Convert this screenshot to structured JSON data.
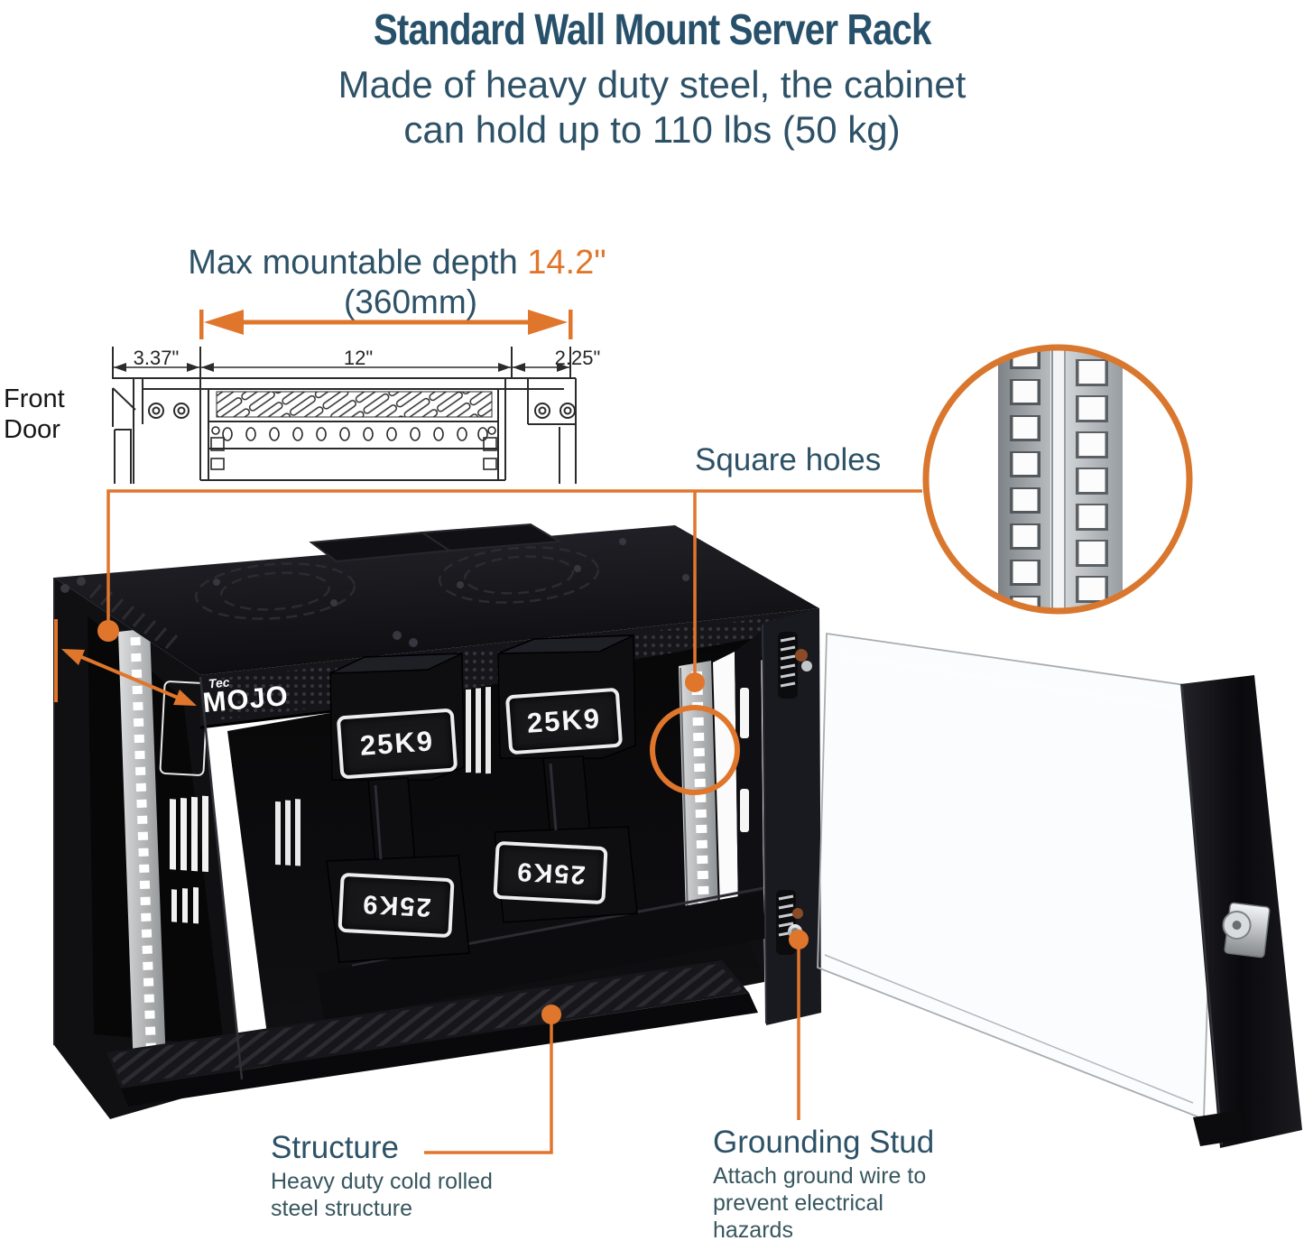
{
  "page": {
    "background": "#ffffff"
  },
  "header": {
    "title": "Standard Wall Mount Server Rack",
    "subtitle_line1": "Made of heavy duty steel, the cabinet",
    "subtitle_line2": "can hold up to 110 lbs (50 kg)"
  },
  "dimension_diagram": {
    "depth_label": "Max mountable depth ",
    "depth_value_inches": "14.2\"",
    "depth_value_metric": "(360mm)",
    "front_section_width": "3.37\"",
    "rail_section_width": "12\"",
    "rear_section_width": "2.25\"",
    "front_door_label": "Front Door"
  },
  "callouts": {
    "square_holes_label": "Square holes",
    "structure_label": "Structure",
    "structure_description": "Heavy duty cold rolled steel structure",
    "grounding_stud_label": "Grounding Stud",
    "grounding_stud_description": "Attach ground wire to prevent electrical hazards"
  },
  "product": {
    "brand_prefix": "Tec",
    "brand_name": "MOJO",
    "weight_plate_label": "25K9"
  },
  "colors": {
    "accent_orange": "#e0762c",
    "heading_teal": "#2d5166",
    "cabinet_black": "#0e0e11"
  }
}
